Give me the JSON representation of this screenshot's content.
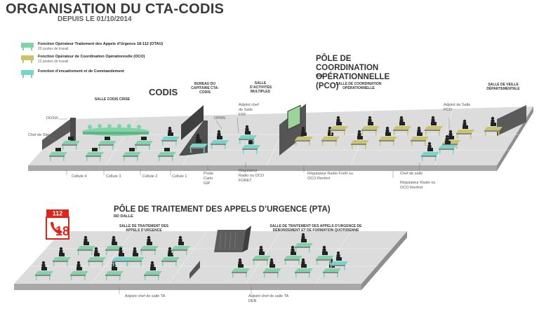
{
  "header": {
    "title": "ORGANISATION DU CTA-CODIS",
    "subtitle": "DEPUIS LE 01/10/2014"
  },
  "legend": [
    {
      "title": "Fonction Opérateur Traitement des Appels d’Urgence 18-112 (OTAU)",
      "sub": "20 postes de travail",
      "color": "#7fd3a6"
    },
    {
      "title": "Fonction Opérateur de Coordination Opérationnelle (OCO)",
      "sub": "12 postes de travail",
      "color": "#c9c36a"
    },
    {
      "title": "Fonction d’encadrement et de Commandement",
      "sub": "",
      "color": "#73d6c8"
    }
  ],
  "codis": {
    "title": "CODIS",
    "salle_crise": "SALLE CODIS CRISE",
    "bureau": "BUREAU DU CAPITAINE CTA-CODIS",
    "salle_activites": "SALLE D’ACTIVITÉS MULTIPLES",
    "labels": {
      "ddsis": "DDSIS",
      "chef_site": "Chef de Site",
      "oprn": "OPRN",
      "adjoint_fdf": "Adjoint chef de Salle FDF",
      "cellule4": "Cellule 4",
      "cellule3": "Cellule 3",
      "cellule2": "Cellule 2",
      "cellule1": "Cellule 1",
      "poste_carto": "Poste Carto GIP",
      "regulateur_radio": "Régulateur Radio ou OCO FORET"
    }
  },
  "pco": {
    "title": "PÔLE DE COORDINATION OPÉRATIONNELLE (PCO)",
    "level": "R+1",
    "salle_coord": "SALLE DE COORDINATION OPÉRATIONNELLE",
    "salle_veille": "SALLE DE VEILLE DÉPARTEMENTALE",
    "labels": {
      "adjoint_pco": "Adjoint de Salle PCO",
      "regulateur_foret": "Régulateur Radio Forêt ou OCO Renfort",
      "chef_salle": "Chef de salle",
      "regulateur_oco": "Régulateur Radio ou OCO Renfort"
    }
  },
  "pta": {
    "title": "PÔLE DE TRAITEMENT DES APPELS D’URGENCE (PTA)",
    "level": "RD DALLE",
    "salle_traitement": "SALLE DE TRAITEMENT DES APPELS D’URGENCE",
    "salle_debordement": "SALLE DE TRAITEMENT DES APPELS D’URGENCE DE DÉBORDEMENT ET DE FORMATION QUOTIDIENNE",
    "labels": {
      "adjoint_ta": "Adjoint chef de salle TA",
      "adjoint_deb": "Adjoint chef de salle TA DEB"
    }
  },
  "logo": {
    "top": "112",
    "bottom": "18"
  },
  "colors": {
    "otau": "#7fd3a6",
    "oco": "#c9c36a",
    "cmd": "#73d6c8",
    "floor": "#d9d9d9",
    "floor_side": "#a9a9a9",
    "wall": "#4a4a4a",
    "logo_red": "#e2231a"
  }
}
